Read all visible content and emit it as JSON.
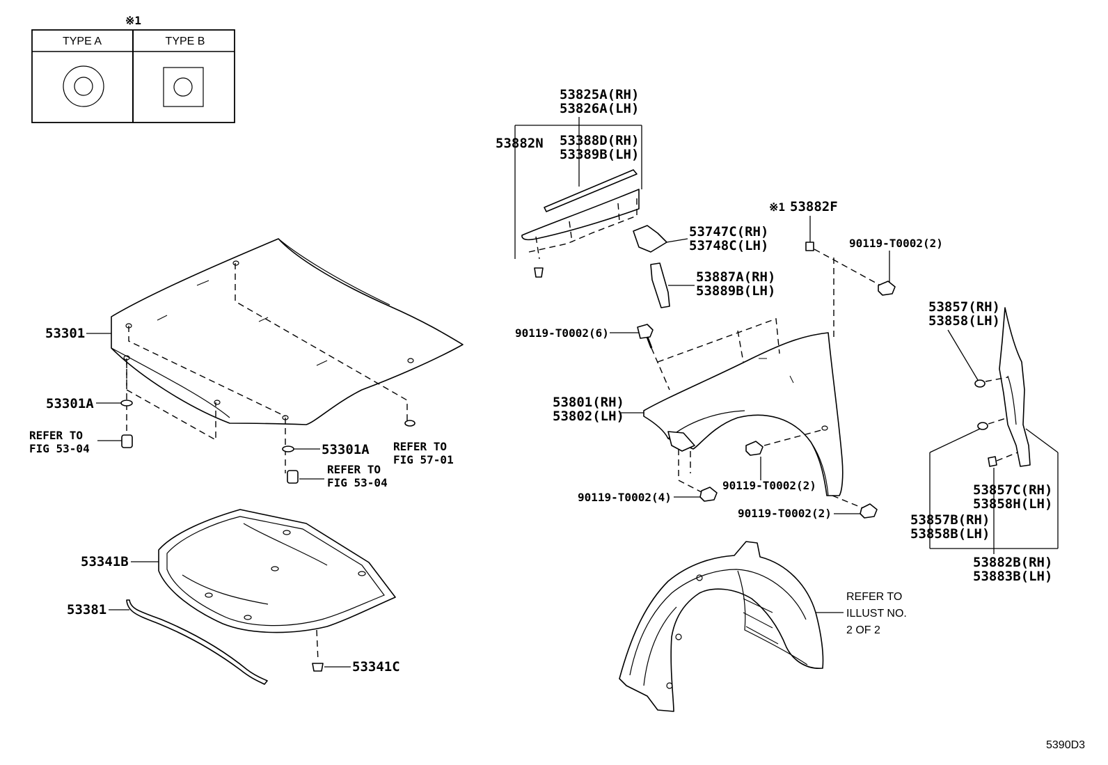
{
  "legend": {
    "mark": "※1",
    "type_a": "TYPE A",
    "type_b": "TYPE B"
  },
  "labels": {
    "hood": "53301",
    "hood_cushion_left": "53301A",
    "hood_cushion_right": "53301A",
    "refer_left_1": "REFER TO",
    "refer_left_2": "FIG 53-04",
    "refer_mid_1": "REFER TO",
    "refer_mid_2": "FIG 53-04",
    "refer_right_1": "REFER TO",
    "refer_right_2": "FIG 57-01",
    "insulator": "53341B",
    "insulator_clip": "53341C",
    "seal": "53381",
    "cowl_side_1": "53825A(RH)",
    "cowl_side_2": "53826A(LH)",
    "cowl_clip": "53882N",
    "cowl_seal_1": "53388D(RH)",
    "cowl_seal_2": "53389B(LH)",
    "bracket_1": "53747C(RH)",
    "bracket_2": "53748C(LH)",
    "pad_1": "53887A(RH)",
    "pad_2": "53889B(LH)",
    "clip_f_mark": "※1",
    "clip_f": "53882F",
    "bolt_top_right": "90119-T0002(2)",
    "bolt_top_left": "90119-T0002(6)",
    "fender_1": "53801(RH)",
    "fender_2": "53802(LH)",
    "bolt_mid": "90119-T0002(2)",
    "bolt_bottom_left": "90119-T0002(4)",
    "bolt_bottom_right": "90119-T0002(2)",
    "seal_side_1": "53857(RH)",
    "seal_side_2": "53858(LH)",
    "seal_c_1": "53857C(RH)",
    "seal_c_2": "53858H(LH)",
    "seal_b_1": "53857B(RH)",
    "seal_b_2": "53858B(LH)",
    "seal_set_1": "53882B(RH)",
    "seal_set_2": "53883B(LH)",
    "liner_note_1": "REFER TO",
    "liner_note_2": "ILLUST NO.",
    "liner_note_3": "2 OF 2",
    "diagram_code": "5390D3"
  }
}
